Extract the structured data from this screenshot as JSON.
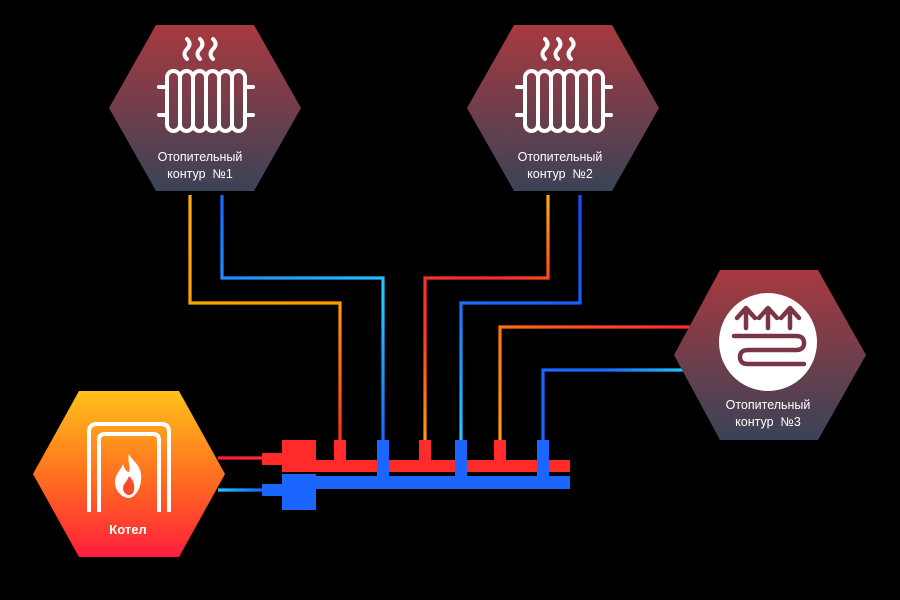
{
  "nodes": {
    "circuit_1": {
      "line1": "Отопительный",
      "line2": "контур  №1",
      "icon": "radiator-icon"
    },
    "circuit_2": {
      "line1": "Отопительный",
      "line2": "контур  №2",
      "icon": "radiator-icon"
    },
    "circuit_3": {
      "line1": "Отопительный",
      "line2": "контур  №3",
      "icon": "underfloor-heating-icon"
    },
    "boiler": {
      "label": "Котел",
      "icon": "boiler-flame-icon"
    }
  },
  "colors": {
    "supply_hot": "#ff2a2a",
    "supply_warm": "#ffb000",
    "return_cool": "#1a66ff",
    "return_light": "#25c8ff",
    "hex_top": "#a8393f",
    "hex_bottom": "#3d4458",
    "boiler_top": "#ffc21a",
    "boiler_bottom": "#ff2038"
  }
}
